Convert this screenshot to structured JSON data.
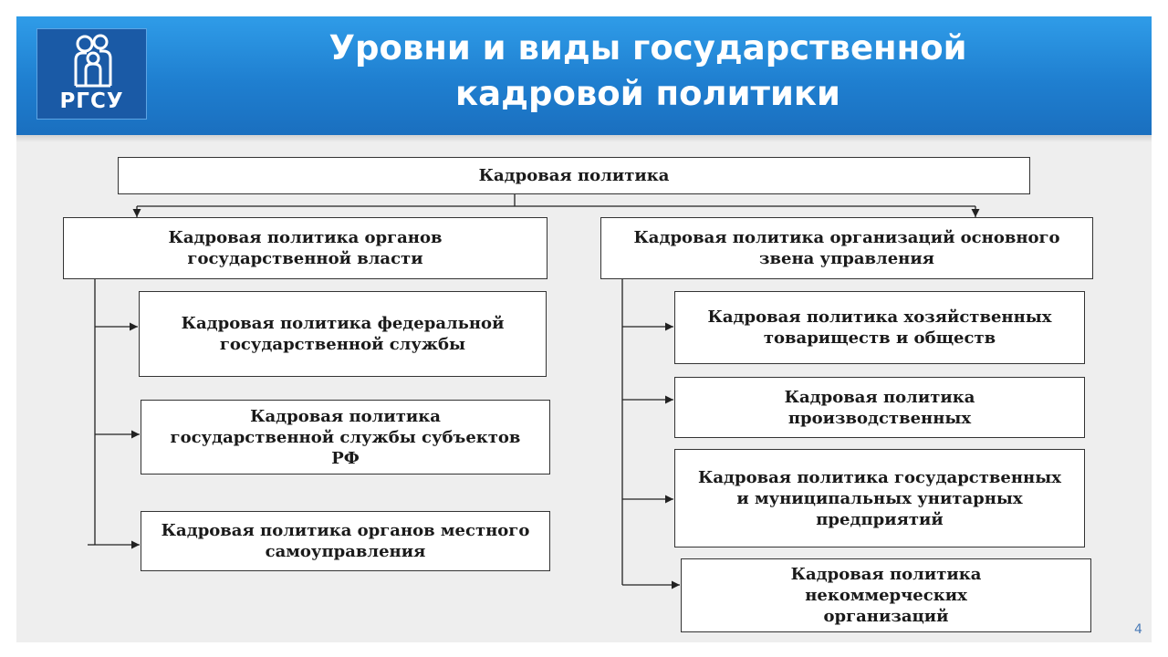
{
  "header": {
    "logo_text": "РГСУ",
    "title_line1": "Уровни и виды государственной",
    "title_line2": "кадровой политики"
  },
  "diagram": {
    "root": "Кадровая политика",
    "left_branch": {
      "title": "Кадровая политика органов государственной власти",
      "children": [
        "Кадровая политика федеральной государственной службы",
        "Кадровая политика государственной службы субъектов РФ",
        "Кадровая политика органов местного самоуправления"
      ]
    },
    "right_branch": {
      "title": "Кадровая политика организаций основного звена управления",
      "children": [
        "Кадровая политика хозяйственных товариществ и обществ",
        "Кадровая политика производственных",
        "Кадровая политика государственных и муниципальных унитарных предприятий",
        "Кадровая политика некоммерческих организаций"
      ]
    }
  },
  "page_number": "4"
}
